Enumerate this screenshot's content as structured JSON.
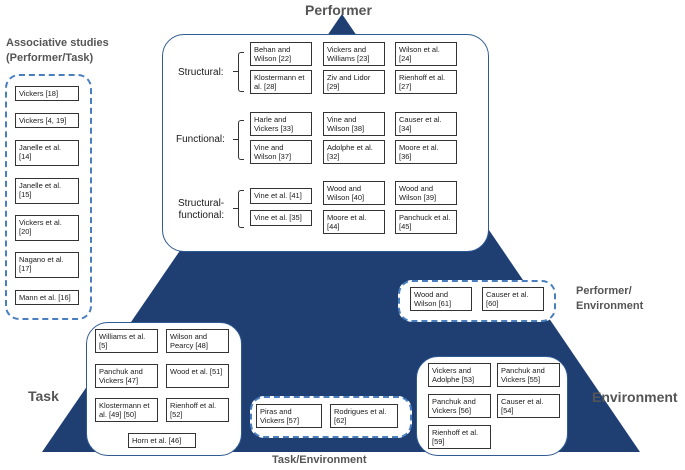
{
  "labels": {
    "performer": "Performer",
    "task": "Task",
    "environment": "Environment",
    "task_environment": "Task/Environment",
    "performer_environment_line1": "Performer/",
    "performer_environment_line2": "Environment",
    "associative_line1": "Associative studies",
    "associative_line2": "(Performer/Task)"
  },
  "associative": [
    "Vickers [18]",
    "Vickers [4, 19]",
    "Janelle et al. [14]",
    "Janelle et al. [15]",
    "Vickers et al. [20]",
    "Nagano et al. [17]",
    "Mann et al. [16]"
  ],
  "performer": {
    "structural": {
      "label": "Structural:",
      "refs": [
        "Behan and Wilson [22]",
        "Vickers and Williams [23]",
        "Wilson et al. [24]",
        "Klostermann et al. [28]",
        "Ziv and Lidor [29]",
        "Rienhoff et al. [27]"
      ]
    },
    "functional": {
      "label": "Functional:",
      "refs": [
        "Harle and Vickers [33]",
        "Vine and Wilson [38]",
        "Causer et al. [34]",
        "Vine and Wilson [37]",
        "Adolphe et al. [32]",
        "Moore et al. [36]"
      ]
    },
    "structural_functional": {
      "label_line1": "Structural-",
      "label_line2": "functional:",
      "refs": [
        "Vine et al. [41]",
        "Wood and Wilson [40]",
        "Wood and Wilson [39]",
        "Vine et al. [35]",
        "Moore et al. [44]",
        "Panchuck et al. [45]"
      ]
    }
  },
  "performer_environment": [
    "Wood and Wilson [61]",
    "Causer et al. [60]"
  ],
  "task": [
    "Williams et al. [5]",
    "Wilson and Pearcy [48]",
    "Panchuk and Vickers [47]",
    "Wood et al. [51]",
    "Klostermann et al. [49] [50]",
    "Rienhoff et al. [52]",
    "Horn et al. [46]"
  ],
  "task_environment": [
    "Piras and Vickers [57]",
    "Rodrigues et al. [62]"
  ],
  "environment": [
    "Vickers and Adolphe [53]",
    "Panchuk and Vickers [55]",
    "Panchuk and Vickers [56]",
    "Causer et al. [54]",
    "Rienhoff et al. [59]"
  ],
  "colors": {
    "triangle": "#1f3f73",
    "panel_border": "#2f5a93",
    "dash_border": "#4a7fbf"
  }
}
